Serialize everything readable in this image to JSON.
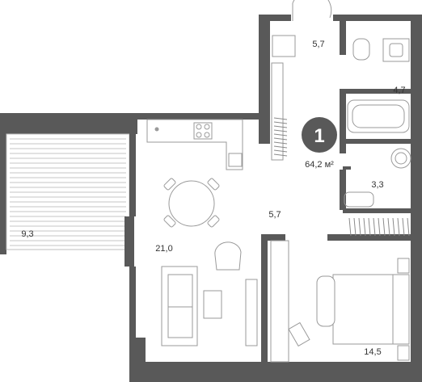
{
  "plan": {
    "apartment_number": "1",
    "total_area": "64,2 м²",
    "accent_color": "#595959",
    "rooms": [
      {
        "id": "hall-top",
        "area": "5,7"
      },
      {
        "id": "bathroom",
        "area": "4,7"
      },
      {
        "id": "wc-laundry",
        "area": "3,3"
      },
      {
        "id": "hallway",
        "area": "5,7"
      },
      {
        "id": "living-kitchen",
        "area": "21,0"
      },
      {
        "id": "balcony",
        "area": "9,3"
      },
      {
        "id": "bedroom",
        "area": "14,5"
      }
    ]
  }
}
